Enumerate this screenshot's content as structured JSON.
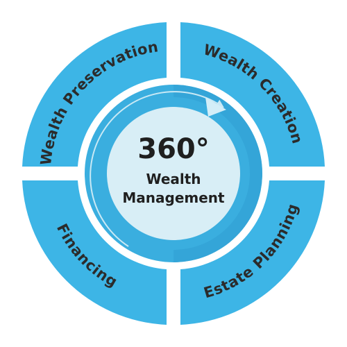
{
  "center": {
    "line1": "360°",
    "line2": "Wealth",
    "line3": "Management"
  },
  "segments": [
    {
      "label": "Wealth Preservation"
    },
    {
      "label": "Wealth Creation"
    },
    {
      "label": "Financing"
    },
    {
      "label": "Estate Planning"
    }
  ],
  "colors": {
    "segment": "#3db5e6",
    "ring": "#3aaedf",
    "center_fill": "#d8eef6",
    "text": "#222222"
  }
}
